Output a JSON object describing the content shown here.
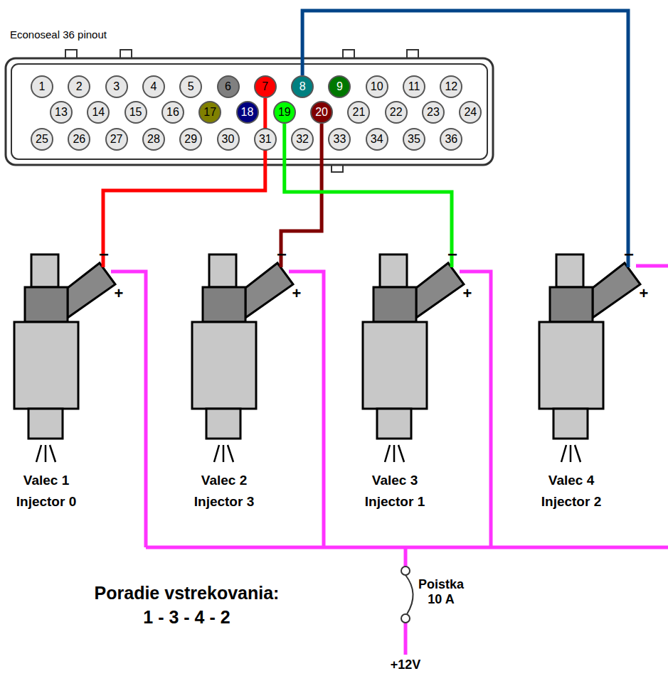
{
  "diagram": {
    "nodes": [
      {
        "text": [
          "Econoseal 36 pinout"
        ]
      },
      {
        "text": [
          "1"
        ],
        "in": 0
      },
      {
        "text": [
          "2"
        ],
        "in": 0
      },
      {
        "text": [
          "3"
        ],
        "in": 0
      },
      {
        "text": [
          "4"
        ],
        "in": 0
      },
      {
        "text": [
          "5"
        ],
        "in": 0
      },
      {
        "text": [
          "6"
        ],
        "in": 0
      },
      {
        "text": [
          "7"
        ],
        "in": 0
      },
      {
        "text": [
          "8"
        ],
        "in": 0
      },
      {
        "text": [
          "9"
        ],
        "in": 0
      },
      {
        "text": [
          "10"
        ],
        "in": 0
      },
      {
        "text": [
          "11"
        ],
        "in": 0
      },
      {
        "text": [
          "12"
        ],
        "in": 0
      },
      {
        "text": [
          "13"
        ],
        "in": 0
      },
      {
        "text": [
          "14"
        ],
        "in": 0
      },
      {
        "text": [
          "15"
        ],
        "in": 0
      },
      {
        "text": [
          "16"
        ],
        "in": 0
      },
      {
        "text": [
          "17"
        ],
        "in": 0
      },
      {
        "text": [
          "18"
        ],
        "in": 0
      },
      {
        "text": [
          "19"
        ],
        "in": 0
      },
      {
        "text": [
          "20"
        ],
        "in": 0
      },
      {
        "text": [
          "21"
        ],
        "in": 0
      },
      {
        "text": [
          "22"
        ],
        "in": 0
      },
      {
        "text": [
          "23"
        ],
        "in": 0
      },
      {
        "text": [
          "24"
        ],
        "in": 0
      },
      {
        "text": [
          "25"
        ],
        "in": 0
      },
      {
        "text": [
          "26"
        ],
        "in": 0
      },
      {
        "text": [
          "27"
        ],
        "in": 0
      },
      {
        "text": [
          "28"
        ],
        "in": 0
      },
      {
        "text": [
          "29"
        ],
        "in": 0
      },
      {
        "text": [
          "30"
        ],
        "in": 0
      },
      {
        "text": [
          "31"
        ],
        "in": 0
      },
      {
        "text": [
          "32"
        ],
        "in": 0
      },
      {
        "text": [
          "33"
        ],
        "in": 0
      },
      {
        "text": [
          "34"
        ],
        "in": 0
      },
      {
        "text": [
          "35"
        ],
        "in": 0
      },
      {
        "text": [
          "36"
        ],
        "in": 0
      },
      {
        "text": [
          "Valec 1",
          "Injector 0"
        ]
      },
      {
        "text": [
          "Valec 2",
          "Injector 3"
        ]
      },
      {
        "text": [
          "Valec 3",
          "Injector 1"
        ]
      },
      {
        "text": [
          "Valec 4",
          "Injector 2"
        ]
      }
    ],
    "edges": [
      {
        "from": 7,
        "to": 37,
        "arrow": "none"
      },
      {
        "from": 20,
        "to": 38,
        "arrow": "none"
      },
      {
        "from": 19,
        "to": 39,
        "arrow": "none"
      },
      {
        "from": 8,
        "to": 40,
        "arrow": "none"
      }
    ],
    "labels": [
      "−",
      "+",
      "−",
      "+",
      "−",
      "+",
      "−",
      "+",
      "Poradie vstrekovania:",
      "1 - 3 - 4 - 2",
      "Poistka 10 A",
      "+12V"
    ]
  }
}
